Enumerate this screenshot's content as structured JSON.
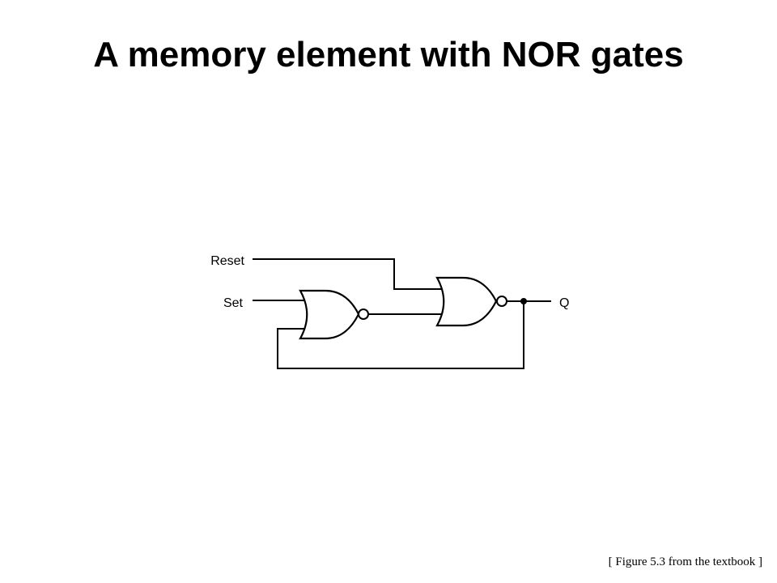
{
  "slide": {
    "title": "A memory element with NOR gates",
    "caption": "[ Figure 5.3 from the textbook ]"
  },
  "diagram": {
    "gates": [
      {
        "id": "nor-1",
        "type": "NOR"
      },
      {
        "id": "nor-2",
        "type": "NOR"
      }
    ],
    "labels": {
      "reset": "Reset",
      "set": "Set",
      "q": "Q"
    }
  }
}
